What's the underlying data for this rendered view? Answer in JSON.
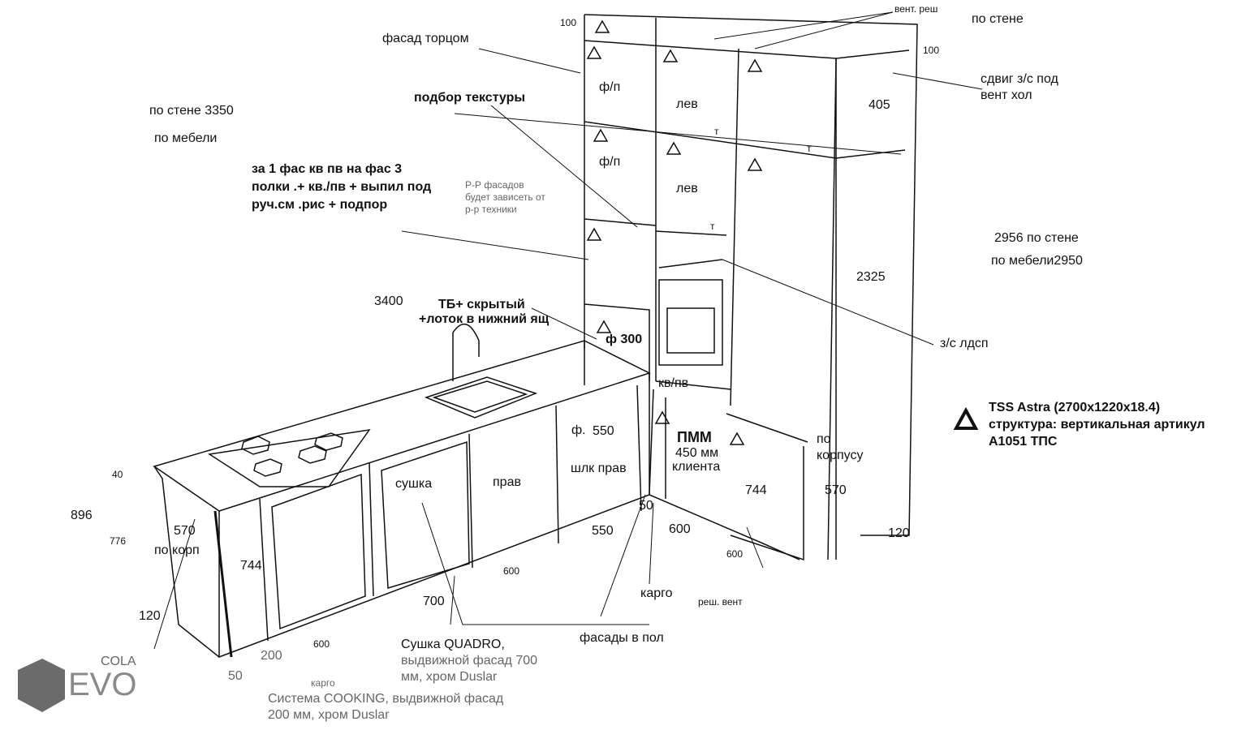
{
  "labels": {
    "vent_resh": "вент. реш",
    "po_stene": "по стене",
    "h100_left": "100",
    "fasad_tortsom": "фасад торцом",
    "h100_right": "100",
    "sdvig_1": "сдвиг з/с под",
    "sdvig_2": "вент хол",
    "po_stene_3350": "по стене 3350",
    "po_mebeli": "по мебели",
    "podbor": "подбор текстуры",
    "fp_1": "ф/п",
    "lev_1": "лев",
    "t_1": "т",
    "d405": "405",
    "t_2": "т",
    "fp_2": "ф/п",
    "lev_2": "лев",
    "t_3": "т",
    "note_fas": "за 1 фас кв пв на фас 3\nполки .+ кв./пв + выпил под\nруч.см .рис + подпор",
    "note_rr": "Р-Р фасадов\nбудет зависеть от\nр-р техники",
    "d2956": "2956 по стене",
    "d2950": "по мебели2950",
    "d2325": "2325",
    "d3400": "3400",
    "tb_1": "ТБ+ скрытый",
    "tb_2": "+лоток в нижний ящ",
    "f300": "ф 300",
    "zs_ldsp": "з/с  лдсп",
    "kvpv": "кв/пв",
    "tss_1": "TSS Astra (2700x1220x18.4)",
    "tss_2": "структура: вертикальная артикул",
    "tss_3": "A1051  ТПС",
    "f_dot": "ф.",
    "d550_top": "550",
    "pmm": "ПММ",
    "pmm_450": "450 мм",
    "pmm_client": "клиента",
    "po": "по",
    "korpusu": "корпусу",
    "d40": "40",
    "sushka": "сушка",
    "prav": "прав",
    "shlk_prav": "шлк прав",
    "d744_r": "744",
    "d570_r": "570",
    "d896": "896",
    "d570_l": "570",
    "d50_mid": "50",
    "d600_mid": "600",
    "d550_low": "550",
    "d120_r": "120",
    "d776": "776",
    "po_korp": "по корп",
    "d744_l": "744",
    "d600_r": "600",
    "d600_c": "600",
    "kargo": "карго",
    "resh_vent": "реш. вент",
    "d700": "700",
    "d120_l": "120",
    "fasady_v_pol": "фасады в пол",
    "quadro_1": "Сушка QUADRO,",
    "quadro_2": "выдвижной фасад 700",
    "quadro_3": "мм, хром Duslar",
    "d600_l": "600",
    "d200": "200",
    "cola": "COLA",
    "d50_l": "50",
    "kargo_small": "карго",
    "cooking_1": "Система COOKING, выдвижной фасад",
    "cooking_2": "200 мм, хром Duslar"
  },
  "logo": {
    "text": "EVO",
    "color": "#6b6b6b"
  }
}
